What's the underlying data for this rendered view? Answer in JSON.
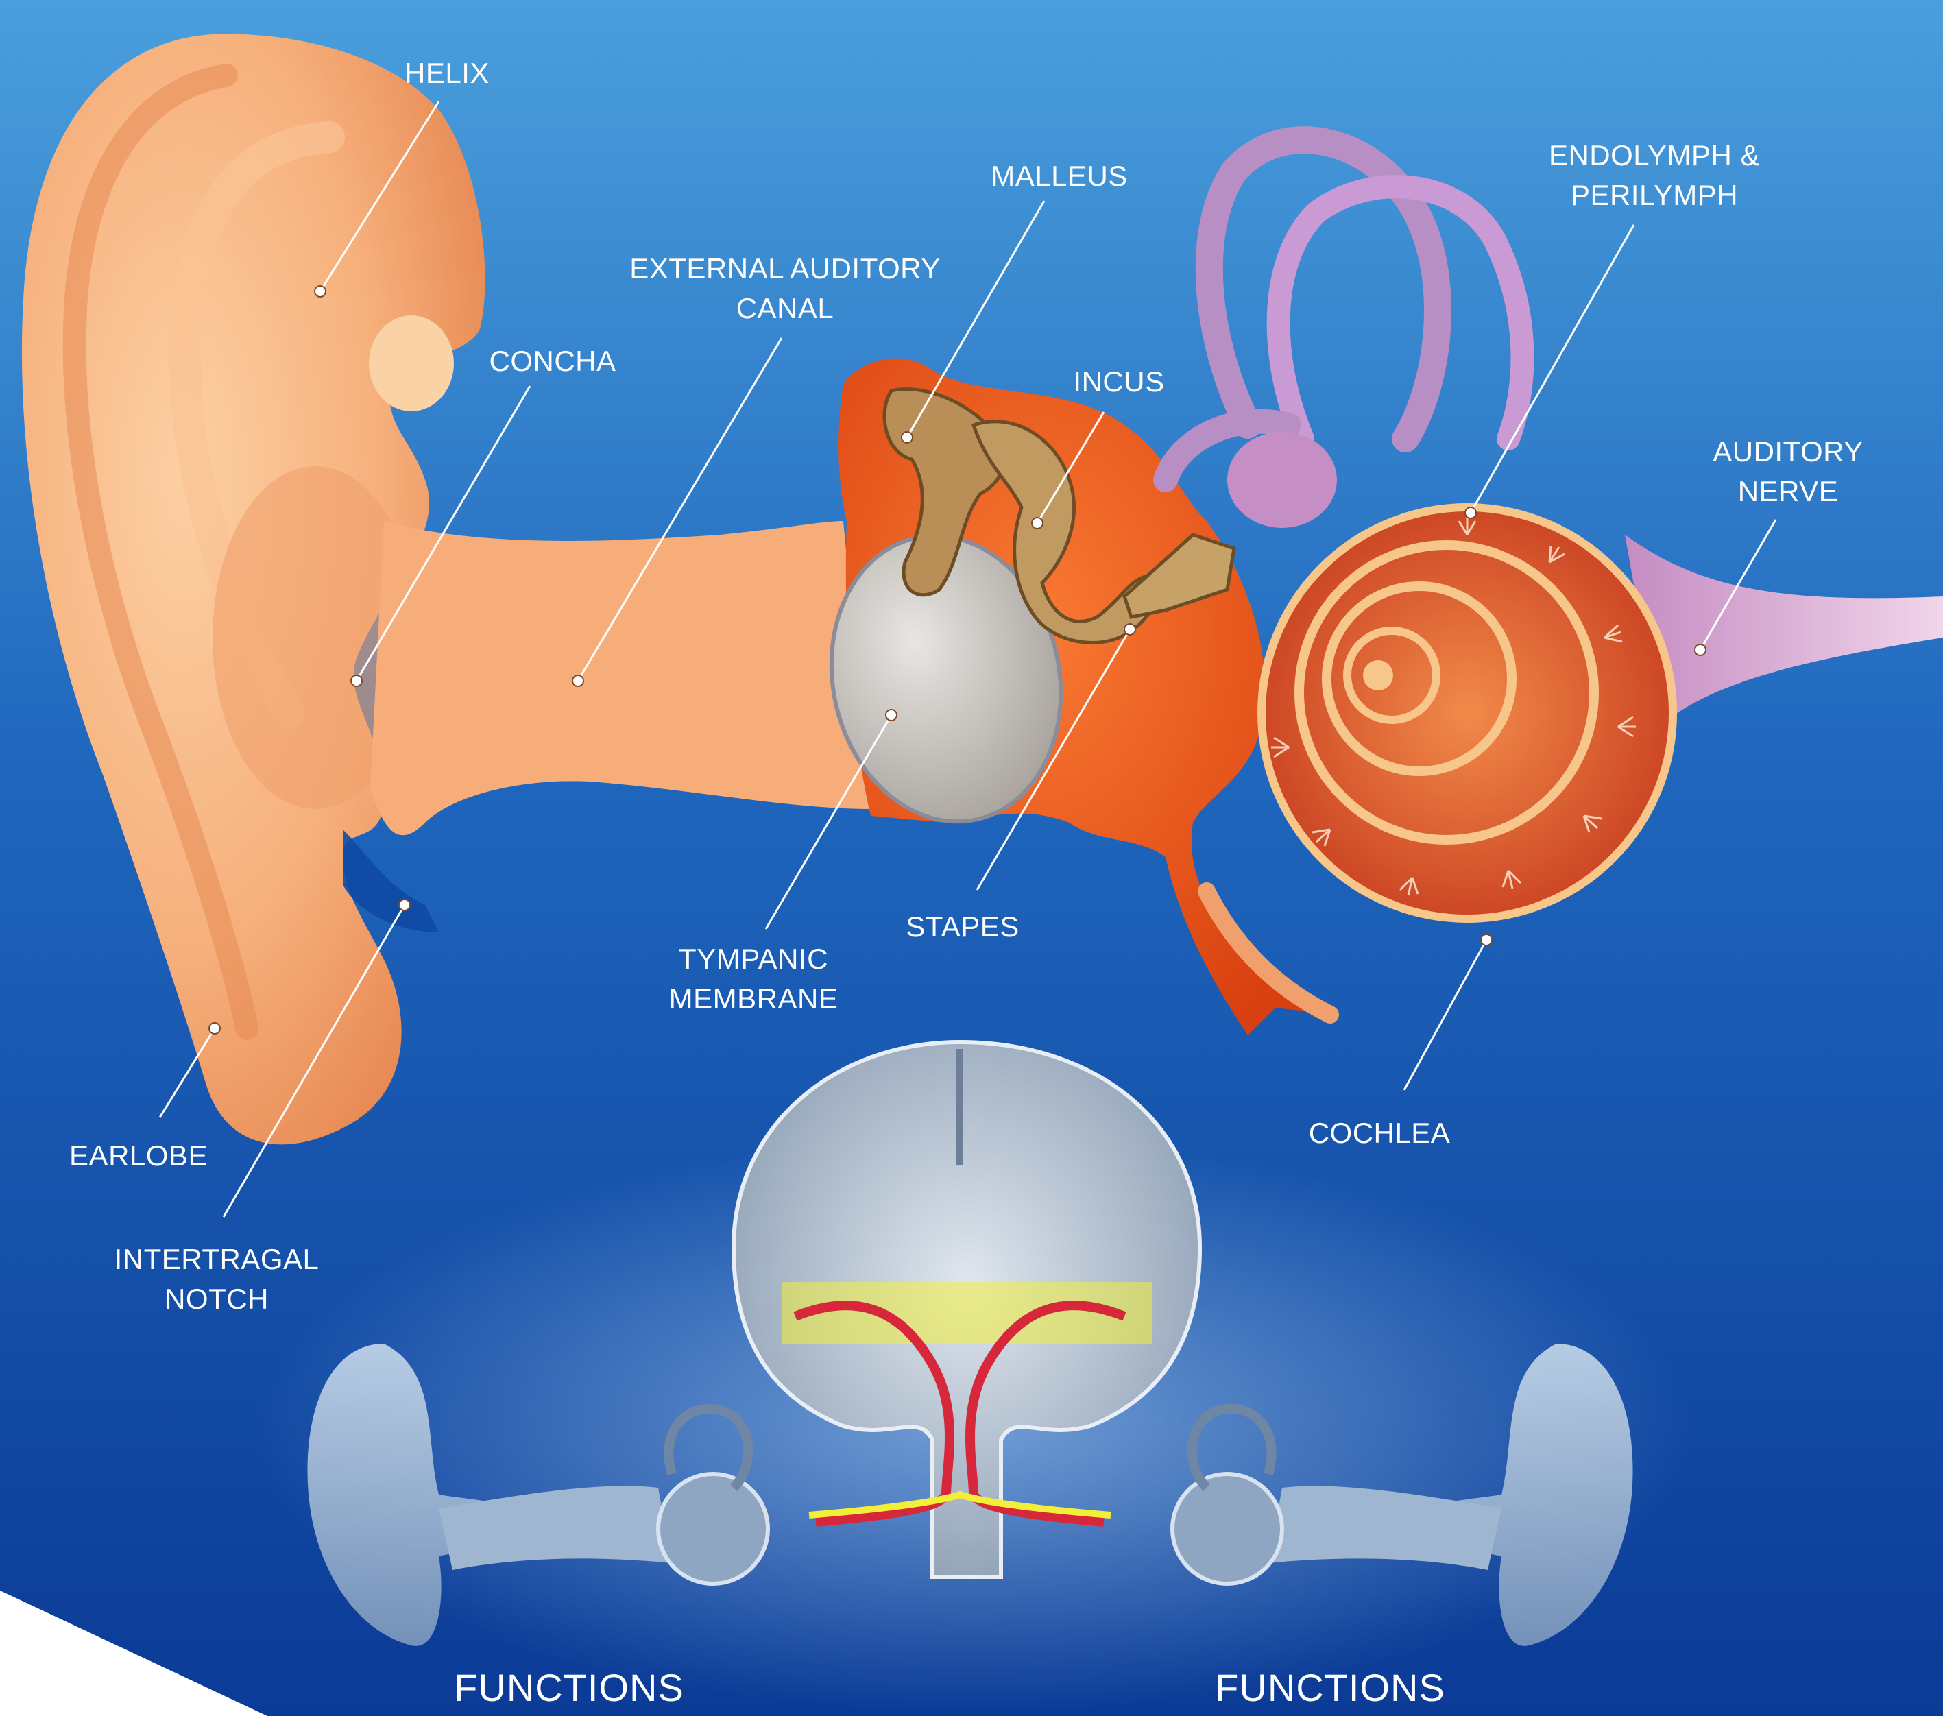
{
  "colors": {
    "background_top": "#3f97d6",
    "background_bottom": "#0d3f9a",
    "outer_ear": "#f6b07c",
    "middle_ear": "#ef5a1c",
    "cochlea": "#e0562a",
    "ossicles": "#b8945a",
    "semicircular_canals": "#b88fc4",
    "tympanic_membrane": "#c9c6c2",
    "auditory_nerve": "#d9a7cf",
    "label_text": "#ffffff",
    "pathway_red": "#d6283a",
    "pathway_yellow": "#f2ee3a"
  },
  "labels": {
    "helix": "HELIX",
    "concha": "CONCHA",
    "external_canal_line1": "EXTERNAL AUDITORY",
    "external_canal_line2": "CANAL",
    "malleus": "MALLEUS",
    "incus": "INCUS",
    "endolymph_line1": "ENDOLYMPH &",
    "endolymph_line2": "PERILYMPH",
    "auditory_nerve_line1": "AUDITORY",
    "auditory_nerve_line2": "NERVE",
    "stapes": "STAPES",
    "tympanic_line1": "TYMPANIC",
    "tympanic_line2": "MEMBRANE",
    "cochlea": "COCHLEA",
    "earlobe": "EARLOBE",
    "intertragal_line1": "INTERTRAGAL",
    "intertragal_line2": "NOTCH",
    "functions_left": "FUNCTIONS",
    "functions_right": "FUNCTIONS"
  }
}
